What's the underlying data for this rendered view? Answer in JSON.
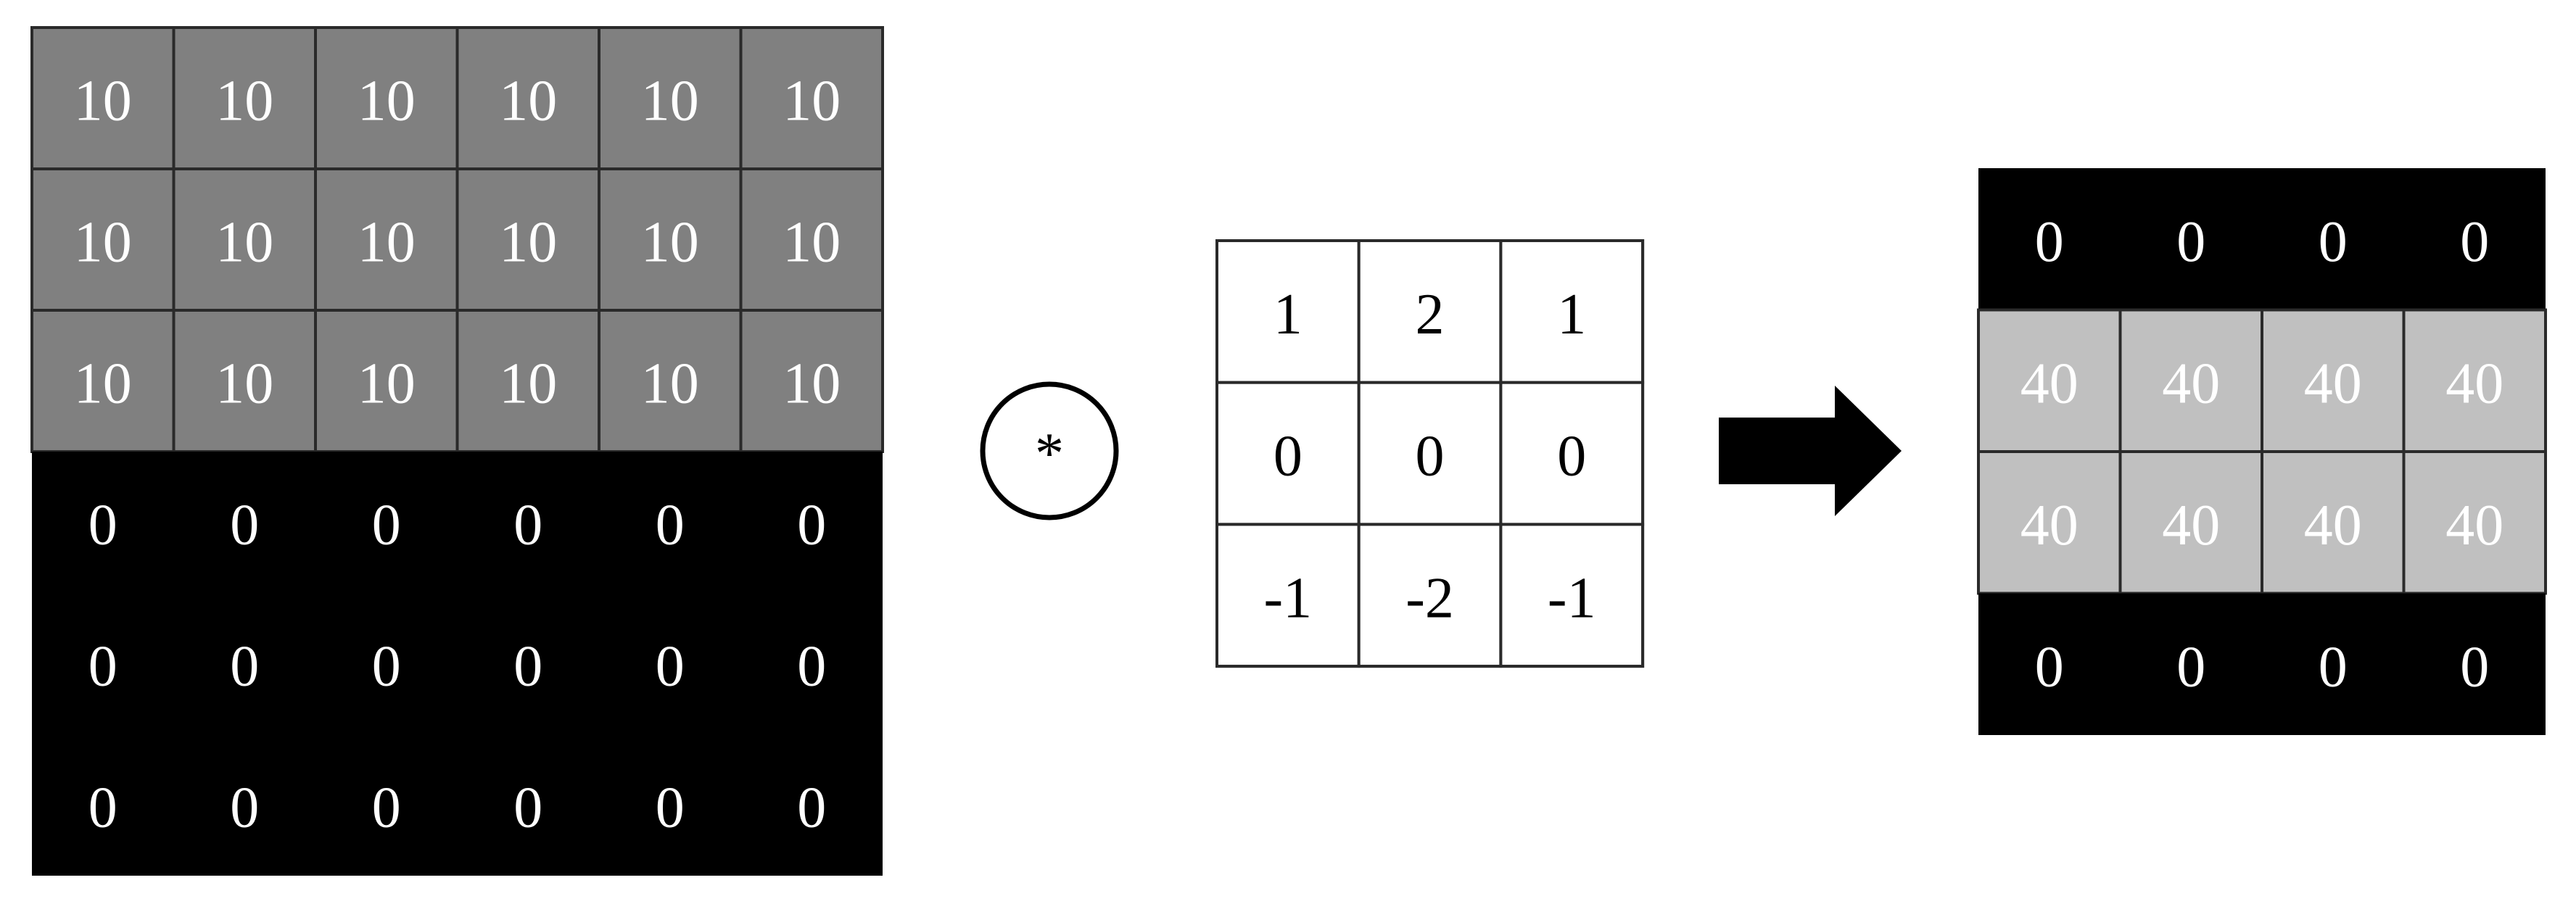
{
  "input_matrix": {
    "rows": [
      [
        "10",
        "10",
        "10",
        "10",
        "10",
        "10"
      ],
      [
        "10",
        "10",
        "10",
        "10",
        "10",
        "10"
      ],
      [
        "10",
        "10",
        "10",
        "10",
        "10",
        "10"
      ],
      [
        "0",
        "0",
        "0",
        "0",
        "0",
        "0"
      ],
      [
        "0",
        "0",
        "0",
        "0",
        "0",
        "0"
      ],
      [
        "0",
        "0",
        "0",
        "0",
        "0",
        "0"
      ]
    ]
  },
  "operator": {
    "symbol": "*",
    "icon": "convolution-operator-icon"
  },
  "kernel": {
    "rows": [
      [
        "1",
        "2",
        "1"
      ],
      [
        "0",
        "0",
        "0"
      ],
      [
        "-1",
        "-2",
        "-1"
      ]
    ]
  },
  "arrow": {
    "icon": "right-arrow-icon"
  },
  "output_matrix": {
    "rows": [
      [
        "0",
        "0",
        "0",
        "0"
      ],
      [
        "40",
        "40",
        "40",
        "40"
      ],
      [
        "40",
        "40",
        "40",
        "40"
      ],
      [
        "0",
        "0",
        "0",
        "0"
      ]
    ]
  },
  "colors": {
    "input_high": "#808080",
    "input_low": "#000000",
    "output_high": "#c0c0c0",
    "output_low": "#000000",
    "kernel_bg": "#ffffff",
    "grid_line": "#2a2a2a",
    "light_text": "#ffffff",
    "dark_text": "#000000"
  }
}
